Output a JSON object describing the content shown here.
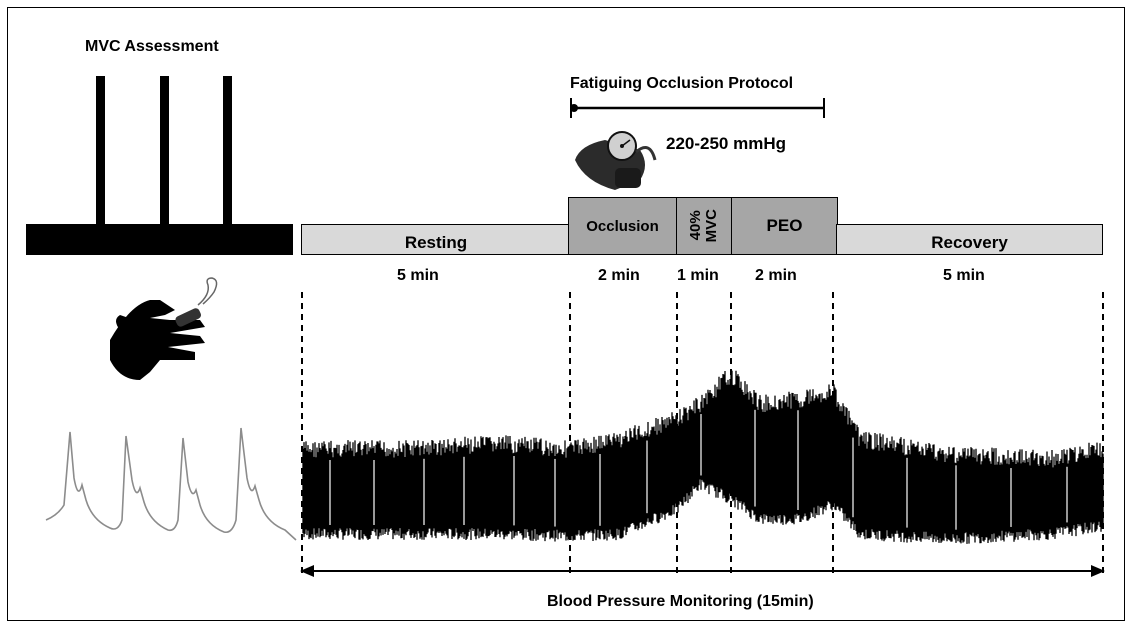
{
  "mvc_title": "MVC Assessment",
  "protocol_title": "Fatiguing Occlusion Protocol",
  "pressure": "220-250 mmHg",
  "phases": [
    {
      "label": "Resting",
      "duration": "5 min"
    },
    {
      "label": "Occlusion",
      "duration": "2 min"
    },
    {
      "label_line1": "40%",
      "label_line2": "MVC",
      "duration": "1 min"
    },
    {
      "label": "PEO",
      "duration": "2 min"
    },
    {
      "label": "Recovery",
      "duration": "5 min"
    }
  ],
  "monitoring_label": "Blood Pressure Monitoring (15min)",
  "icons": {
    "cuff": "sphygmomanometer-icon",
    "hand": "hand-grip-icon",
    "pulse": "pulse-waveform-icon"
  }
}
